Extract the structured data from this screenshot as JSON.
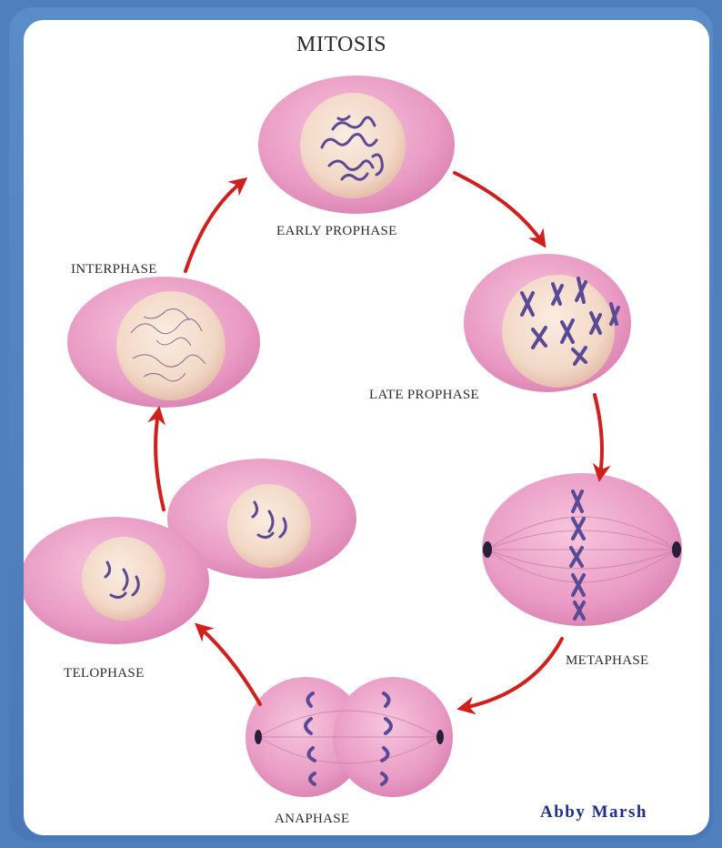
{
  "title": "MITOSIS",
  "credit": "Abby Marsh",
  "stages": {
    "early_prophase": "EARLY PROPHASE",
    "late_prophase": "LATE PROPHASE",
    "metaphase": "METAPHASE",
    "anaphase": "ANAPHASE",
    "telophase": "TELOPHASE",
    "interphase": "INTERPHASE"
  },
  "colors": {
    "cell": "#e99bc4",
    "nucleus": "#f3dccd",
    "chromosome": "#5a4a96",
    "arrow": "#d0201c",
    "frame": "#4f7fbc"
  }
}
